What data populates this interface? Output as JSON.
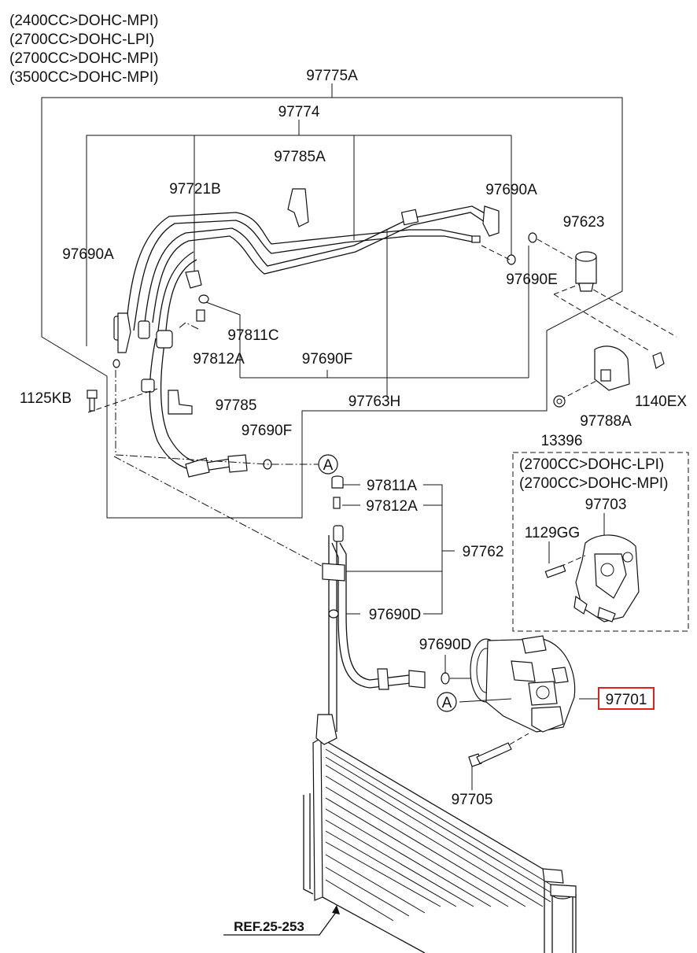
{
  "engine_variants": [
    "(2400CC>DOHC-MPI)",
    "(2700CC>DOHC-LPI)",
    "(2700CC>DOHC-MPI)",
    "(3500CC>DOHC-MPI)"
  ],
  "bracket_variants": [
    "(2700CC>DOHC-LPI)",
    "(2700CC>DOHC-MPI)"
  ],
  "parts": {
    "p97775A": "97775A",
    "p97774": "97774",
    "p97785A": "97785A",
    "p97721B": "97721B",
    "p97690A_right": "97690A",
    "p97690A_left": "97690A",
    "p97623": "97623",
    "p97690E": "97690E",
    "p97811C": "97811C",
    "p97812A_top": "97812A",
    "p97690F_top": "97690F",
    "p1125KB": "1125KB",
    "p97785": "97785",
    "p97763H": "97763H",
    "p1140EX": "1140EX",
    "p97788A": "97788A",
    "p13396": "13396",
    "p97690F_mid": "97690F",
    "p97811A": "97811A",
    "p97812A_mid": "97812A",
    "p97762": "97762",
    "p97690D_left": "97690D",
    "p97703": "97703",
    "p1129GG": "1129GG",
    "p97690D_right": "97690D",
    "p97701": "97701",
    "p97705": "97705"
  },
  "connectors": {
    "a_upper": "A",
    "a_lower": "A"
  },
  "reference": "REF.25-253",
  "colors": {
    "highlight": "#e0201b",
    "line": "#111111"
  }
}
